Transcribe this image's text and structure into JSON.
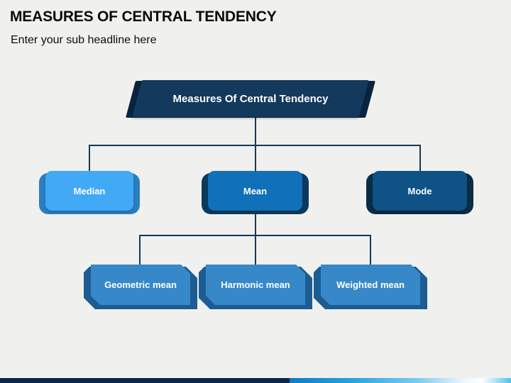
{
  "slide": {
    "title": "MEASURES OF CENTRAL TENDENCY",
    "subtitle": "Enter your sub headline here"
  },
  "diagram": {
    "root": {
      "label": "Measures Of Central Tendency",
      "fill": "#133a5c",
      "back_fill": "#0a2440"
    },
    "level1": [
      {
        "id": "median",
        "label": "Median",
        "fill": "#42a9f7",
        "back_fill": "#2b7ec2"
      },
      {
        "id": "mean",
        "label": "Mean",
        "fill": "#1071b8",
        "back_fill": "#0c3a5e"
      },
      {
        "id": "mode",
        "label": "Mode",
        "fill": "#0e5286",
        "back_fill": "#0a2c47"
      }
    ],
    "level2": [
      {
        "id": "geometric-mean",
        "label": "Geometric mean",
        "fill": "#3688c8",
        "back_fill": "#1d5c92"
      },
      {
        "id": "harmonic-mean",
        "label": "Harmonic mean",
        "fill": "#3688c8",
        "back_fill": "#1d5c92"
      },
      {
        "id": "weighted-mean",
        "label": "Weighted mean",
        "fill": "#3688c8",
        "back_fill": "#1d5c92"
      }
    ],
    "connector_color": "#143a57"
  },
  "footer": {
    "bar_left_color": "#0c2648",
    "bar_gradient": [
      "#0b7cc0",
      "#25a5de",
      "#7fcbee",
      "#fdffff",
      "#54c2ea"
    ]
  },
  "background_color": "#f0f0ee",
  "text_color": "#0a0a0a"
}
